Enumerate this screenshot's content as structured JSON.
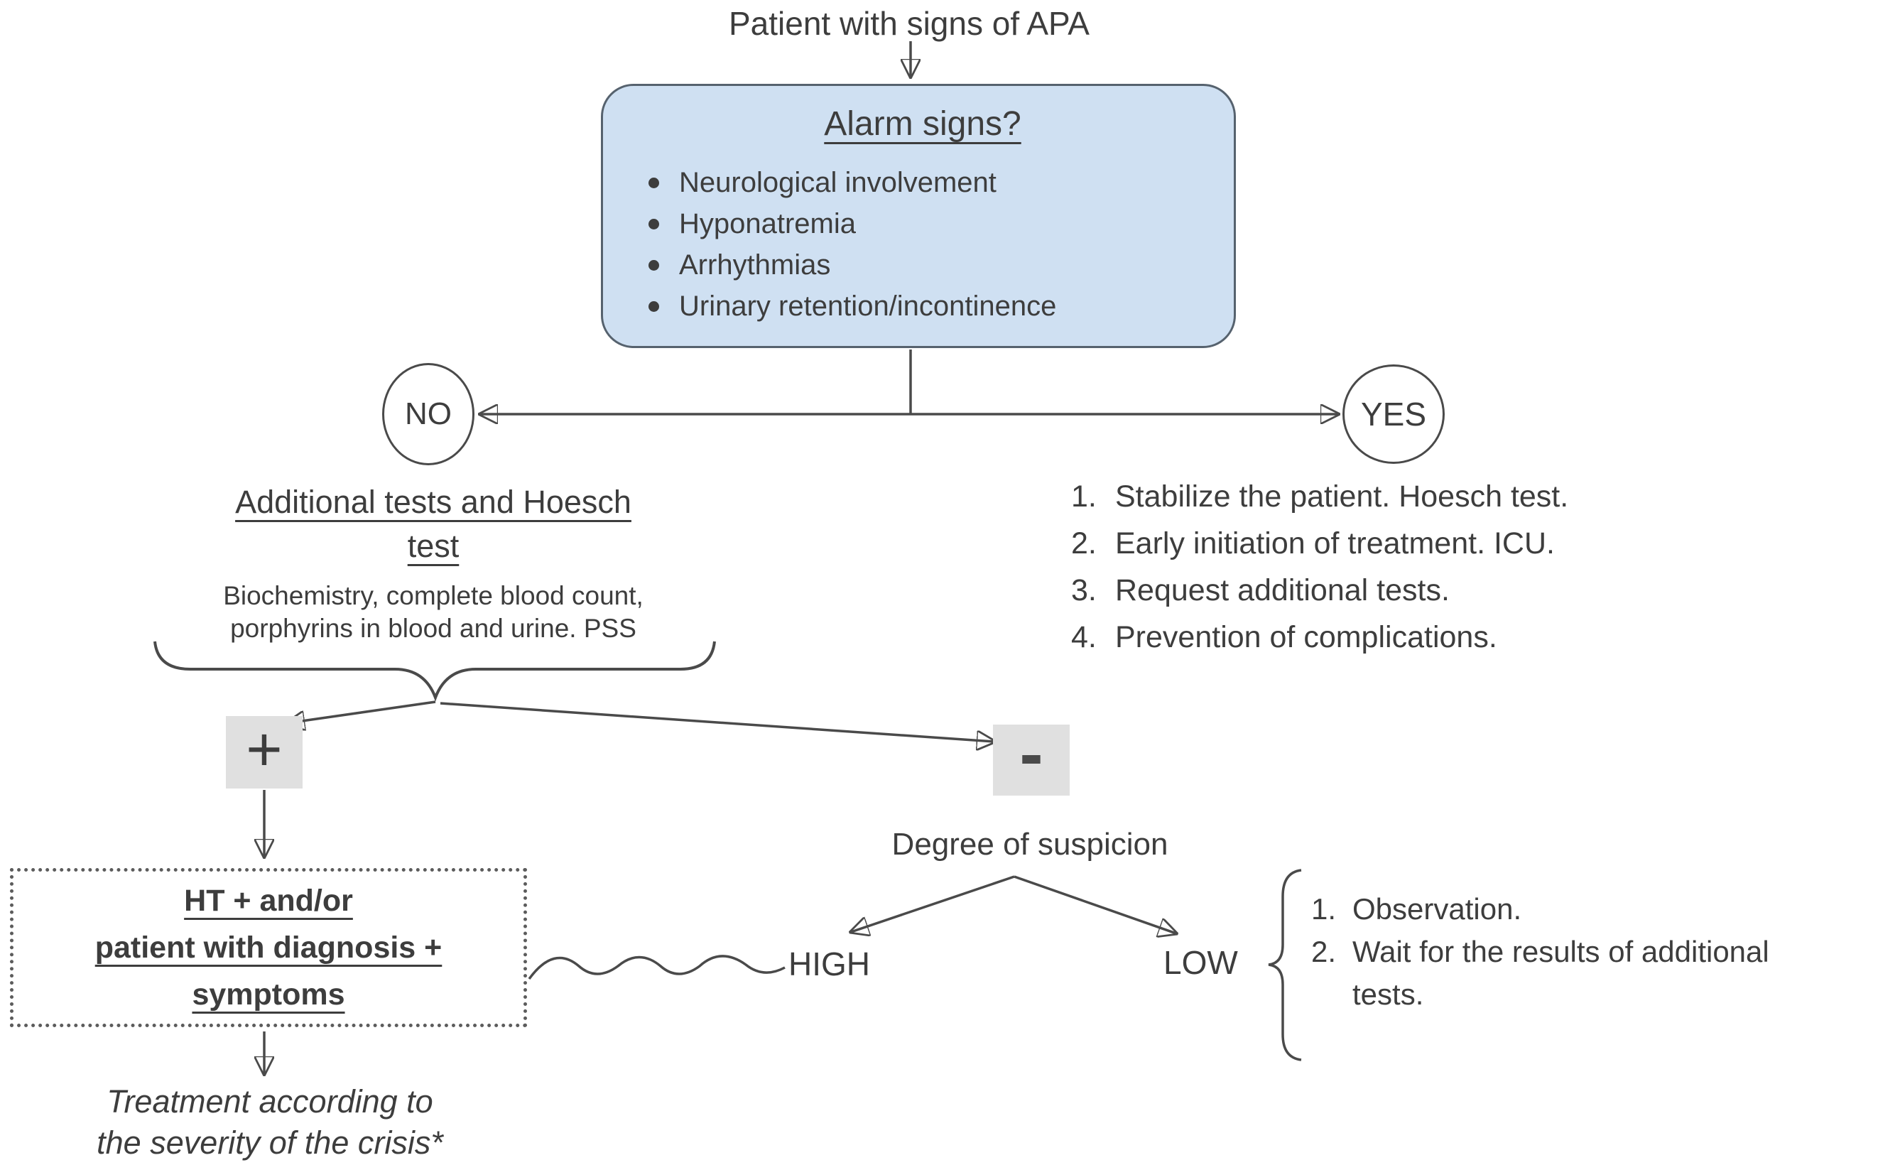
{
  "title": "Patient with signs of APA",
  "alarm_box": {
    "heading": "Alarm signs?",
    "items": [
      "Neurological involvement",
      "Hyponatremia",
      "Arrhythmias",
      "Urinary retention/incontinence"
    ]
  },
  "decision": {
    "no_label": "NO",
    "yes_label": "YES"
  },
  "no_branch": {
    "heading_line1": "Additional tests and Hoesch",
    "heading_line2": "test",
    "subtext_line1": "Biochemistry, complete blood count,",
    "subtext_line2": "porphyrins in blood and urine. PSS",
    "positive_label": "+",
    "negative_label": "-"
  },
  "yes_branch": {
    "steps": [
      {
        "n": "1.",
        "t": "Stabilize the patient. Hoesch test."
      },
      {
        "n": "2.",
        "t": "Early initiation of treatment. ICU."
      },
      {
        "n": "3.",
        "t": "Request additional tests."
      },
      {
        "n": "4.",
        "t": "Prevention of complications."
      }
    ]
  },
  "positive_path": {
    "box_line1": "HT + and/or",
    "box_line2": "patient with diagnosis +",
    "box_line3": "symptoms",
    "outcome_line1": "Treatment according to",
    "outcome_line2": "the severity of the crisis*"
  },
  "negative_path": {
    "heading": "Degree of suspicion",
    "high_label": "HIGH",
    "low_label": "LOW",
    "low_steps": [
      {
        "n": "1.",
        "t": "Observation."
      },
      {
        "n": "2.",
        "t": "Wait for the results of additional tests."
      }
    ]
  },
  "colors": {
    "alarm_box_fill": "#cfe0f2",
    "alarm_box_border": "#56626e",
    "result_box_fill": "#e0e0e0",
    "line": "#4a4a4a",
    "text": "#3d3d3d"
  }
}
